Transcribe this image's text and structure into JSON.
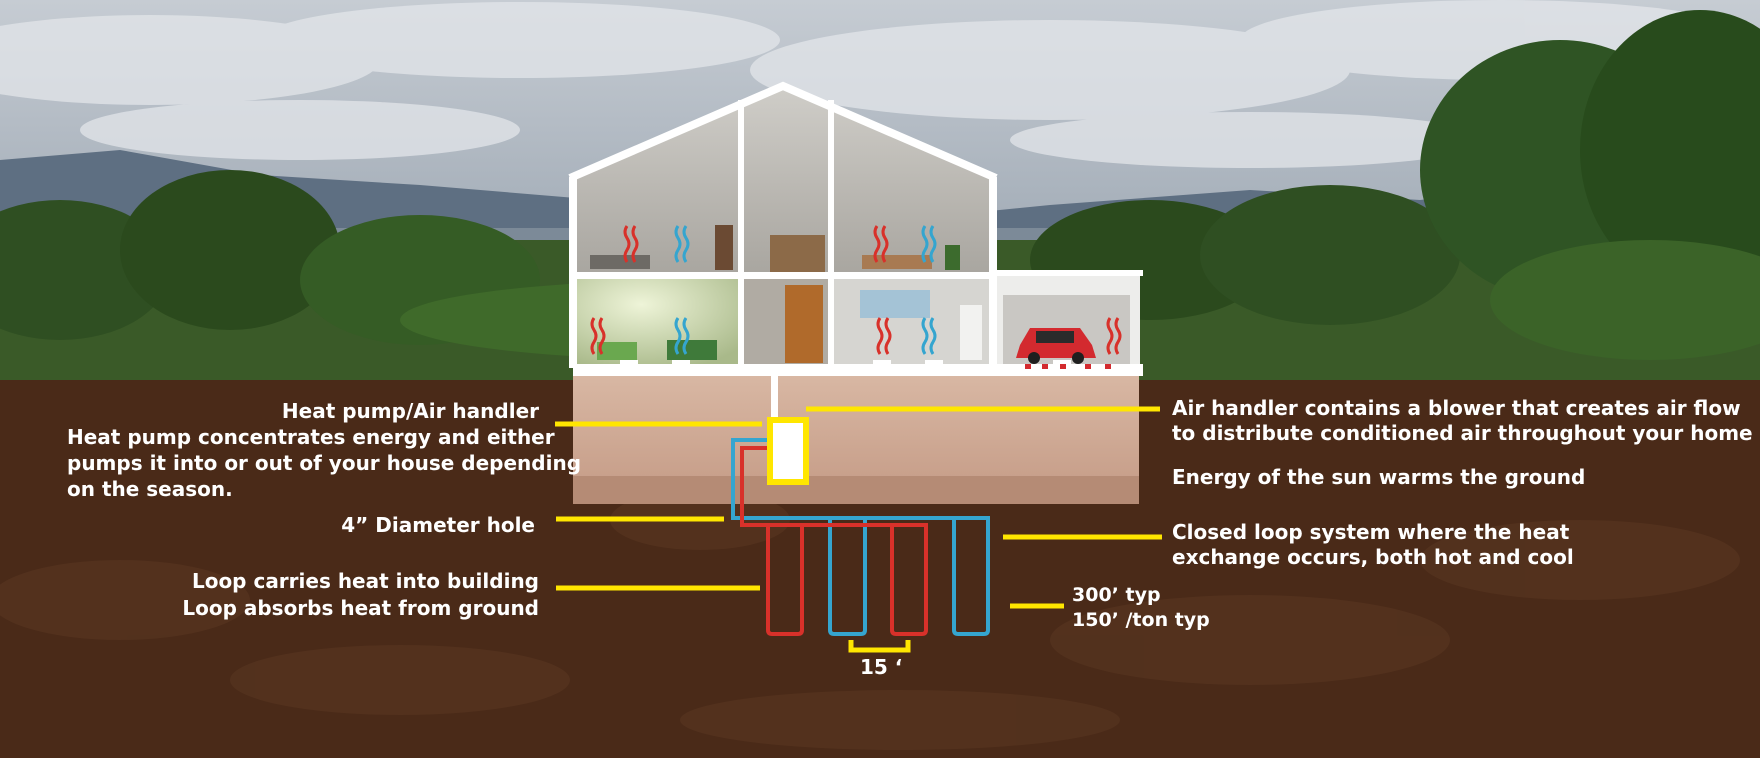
{
  "labels": {
    "heat_pump_title": "Heat pump/Air handler",
    "heat_pump_desc_1": "Heat pump concentrates energy and either",
    "heat_pump_desc_2": "pumps it into or out of your house depending",
    "heat_pump_desc_3": "on the season.",
    "diameter_hole": "4” Diameter hole",
    "loop_carries": "Loop carries heat into building",
    "loop_absorbs": "Loop absorbs heat from ground",
    "air_handler_1": "Air handler contains a blower that creates air flow",
    "air_handler_2": "to distribute conditioned air throughout your home",
    "sun_energy": "Energy of the sun warms the ground",
    "closed_loop_1": "Closed loop system where the heat",
    "closed_loop_2": "exchange occurs, both hot and cool",
    "depth_1": "300’ typ",
    "depth_2": "150’ /ton typ",
    "spacing": "15 ‘"
  },
  "colors": {
    "callout": "#ffe600",
    "hot_loop": "#d8312a",
    "cool_loop": "#35a5cf",
    "soil": "#4a2a18",
    "house_wall": "#ffffff",
    "heat_pump_unit": "#ffffff",
    "car": "#d32a2f"
  },
  "icons": [
    "heat-wave-icon",
    "cool-wave-icon",
    "car-icon"
  ]
}
